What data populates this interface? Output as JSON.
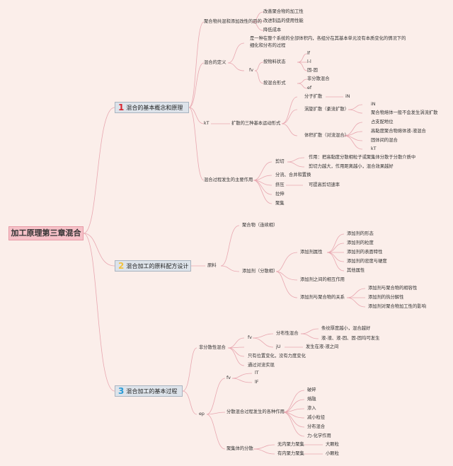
{
  "root": "加工原理第三章混合",
  "colors": {
    "background": "#fbeeea",
    "connector": "#e8a7b0",
    "num1": "#d9242d",
    "num2": "#f3c23e",
    "num3": "#2b9bd6"
  },
  "b1": {
    "num": "1",
    "title": "混合的基本概念和原理",
    "purpose": "聚合物共混和添加改性的目的",
    "purpose_items": [
      "改善聚合物的加工性",
      "改进制品的使用性能",
      "降低成本"
    ],
    "def": "混合的定义",
    "def_text": [
      "是一种在整个系统的全部体积内，各组分在其基本单元没有本质变化的情况下的",
      "细化和分布的过程"
    ],
    "fv": "fv",
    "material_state": "按物料状态",
    "material_items": [
      "lf",
      "l-l",
      "固-固"
    ],
    "mix_form": "按混合形式",
    "mix_form_items": [
      "非分散混合",
      "ef"
    ],
    "kt": "kT",
    "diffusion": "扩散的三种基本运动形式",
    "molecular": "分子扩散",
    "molecular_val": "iN",
    "turbulent": "涡旋扩散（紊流扩散）",
    "turbulent_items": [
      "iN",
      "聚合物熔体一般不会发生涡流扩散"
    ],
    "volume": "体积扩散（对流混合）",
    "volume_items": [
      "占支配地位",
      "高黏度聚合物熔体液-液混合",
      "固体间的混合",
      "kT"
    ],
    "action": "混合过程发生的主要作用",
    "shear": "剪切",
    "shear_items": [
      "作用：把高黏度分散相粒子或聚集体分散于分散介质中",
      "剪切力越大，作用距离越小，混合效果越好"
    ],
    "action_items": [
      "分流、合并和置换",
      "挤压",
      "拉伸",
      "聚集"
    ],
    "squeeze_note": "可提高剪切速率"
  },
  "b2": {
    "num": "2",
    "title": "混合加工的原料配方设计",
    "raw": "原料",
    "polymer": "聚合物（连续相）",
    "additive": "添加剂（分散相）",
    "additive_props": "添加剂属性",
    "additive_props_items": [
      "添加剂的形态",
      "添加剂的粒度",
      "添加剂的表面特性",
      "添加剂的密度与硬度",
      "其他属性"
    ],
    "interaction": "添加剂之间的相互作用",
    "relation": "添加剂与聚合物的关系",
    "relation_items": [
      "添加剂与聚合物的相容性",
      "添加剂的热分解性",
      "添加剂对聚合物加工性的影响"
    ]
  },
  "b3": {
    "num": "3",
    "title": "混合加工的基本过程",
    "nondisp": "非分散性混合",
    "fv": "fv",
    "dist": "分布性混合",
    "dist_items": [
      "条纹厚度越小，混合越好",
      "液-液、液-固、固-固均可发生"
    ],
    "jU": "jU",
    "jU_note": "发生在液-液之间",
    "only_pos": "只有位置变化，没有力度变化",
    "convective": "通过对流实现",
    "ep": "ep",
    "fv2": "fv",
    "fv2_items": [
      "lT",
      "lF"
    ],
    "disp": "分散混合过程发生的各种作用",
    "disp_items": [
      "破碎",
      "熔融",
      "渗入",
      "减小粒径",
      "分布混合",
      "力-化学作用"
    ],
    "agg": "聚集体的分散",
    "no_agg": "无内聚力聚集",
    "no_agg_val": "大颗粒",
    "has_agg": "有内聚力聚集",
    "has_agg_val": "小颗粒"
  }
}
